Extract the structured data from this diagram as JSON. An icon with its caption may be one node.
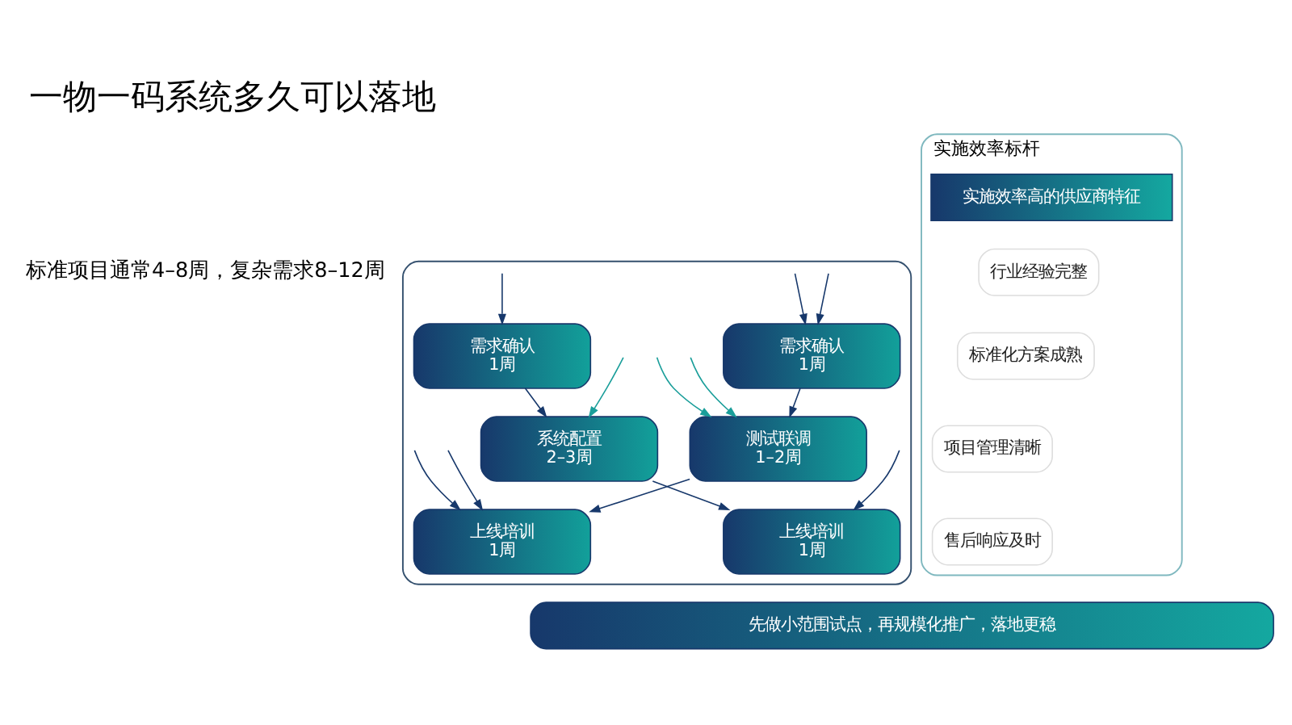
{
  "diagram": {
    "title": "一物一码系统多久可以落地",
    "nodes": [
      {
        "text": [],
        "shape": "box"
      },
      {
        "text": [
          "需求确认",
          "1周"
        ],
        "in": 0
      },
      {
        "text": [
          "系统配置",
          "2–3周"
        ],
        "in": 0
      },
      {
        "text": [
          "上线培训",
          "1周"
        ],
        "in": 0
      },
      {
        "text": [
          "需求确认",
          "1周"
        ],
        "in": 0
      },
      {
        "text": [
          "测试联调",
          "1–2周"
        ],
        "in": 0
      },
      {
        "text": [
          "上线培训",
          "1周"
        ],
        "in": 0
      },
      {
        "text": [
          "实施效率标杆"
        ]
      },
      {
        "text": [
          "实施效率高的供应商特征"
        ],
        "in": 7
      },
      {
        "text": [
          "行业经验完整"
        ],
        "in": 7
      },
      {
        "text": [
          "标准化方案成熟"
        ],
        "in": 7
      },
      {
        "text": [
          "项目管理清晰"
        ],
        "in": 7
      },
      {
        "text": [
          "售后响应及时"
        ],
        "in": 7
      },
      {
        "text": [
          "先做小范围试点，再规模化推广，落地更稳"
        ]
      }
    ],
    "edges": [
      {
        "from": 1,
        "to": 2,
        "arrow": "to"
      },
      {
        "from": 2,
        "to": 3,
        "arrow": "to"
      },
      {
        "from": 4,
        "to": 5,
        "arrow": "to"
      },
      {
        "from": 5,
        "to": 6,
        "arrow": "to"
      },
      {
        "from": null,
        "to": 1,
        "arrow": "to"
      },
      {
        "from": null,
        "to": 2,
        "arrow": "to",
        "color": "#1a9e9a"
      },
      {
        "from": null,
        "to": 3,
        "arrow": "to"
      },
      {
        "from": null,
        "to": 4,
        "arrow": "to"
      },
      {
        "from": null,
        "to": 5,
        "arrow": "to",
        "color": "#1a9e9a"
      },
      {
        "from": null,
        "to": 6,
        "arrow": "to"
      },
      {
        "from": null,
        "to": 4,
        "arrow": "to"
      },
      {
        "from": null,
        "to": 5,
        "arrow": "to",
        "color": "#1a9e9a"
      },
      {
        "from": null,
        "to": 6,
        "arrow": "to"
      }
    ],
    "labels": [
      "标准项目通常4–8周，复杂需求8–12周"
    ]
  }
}
